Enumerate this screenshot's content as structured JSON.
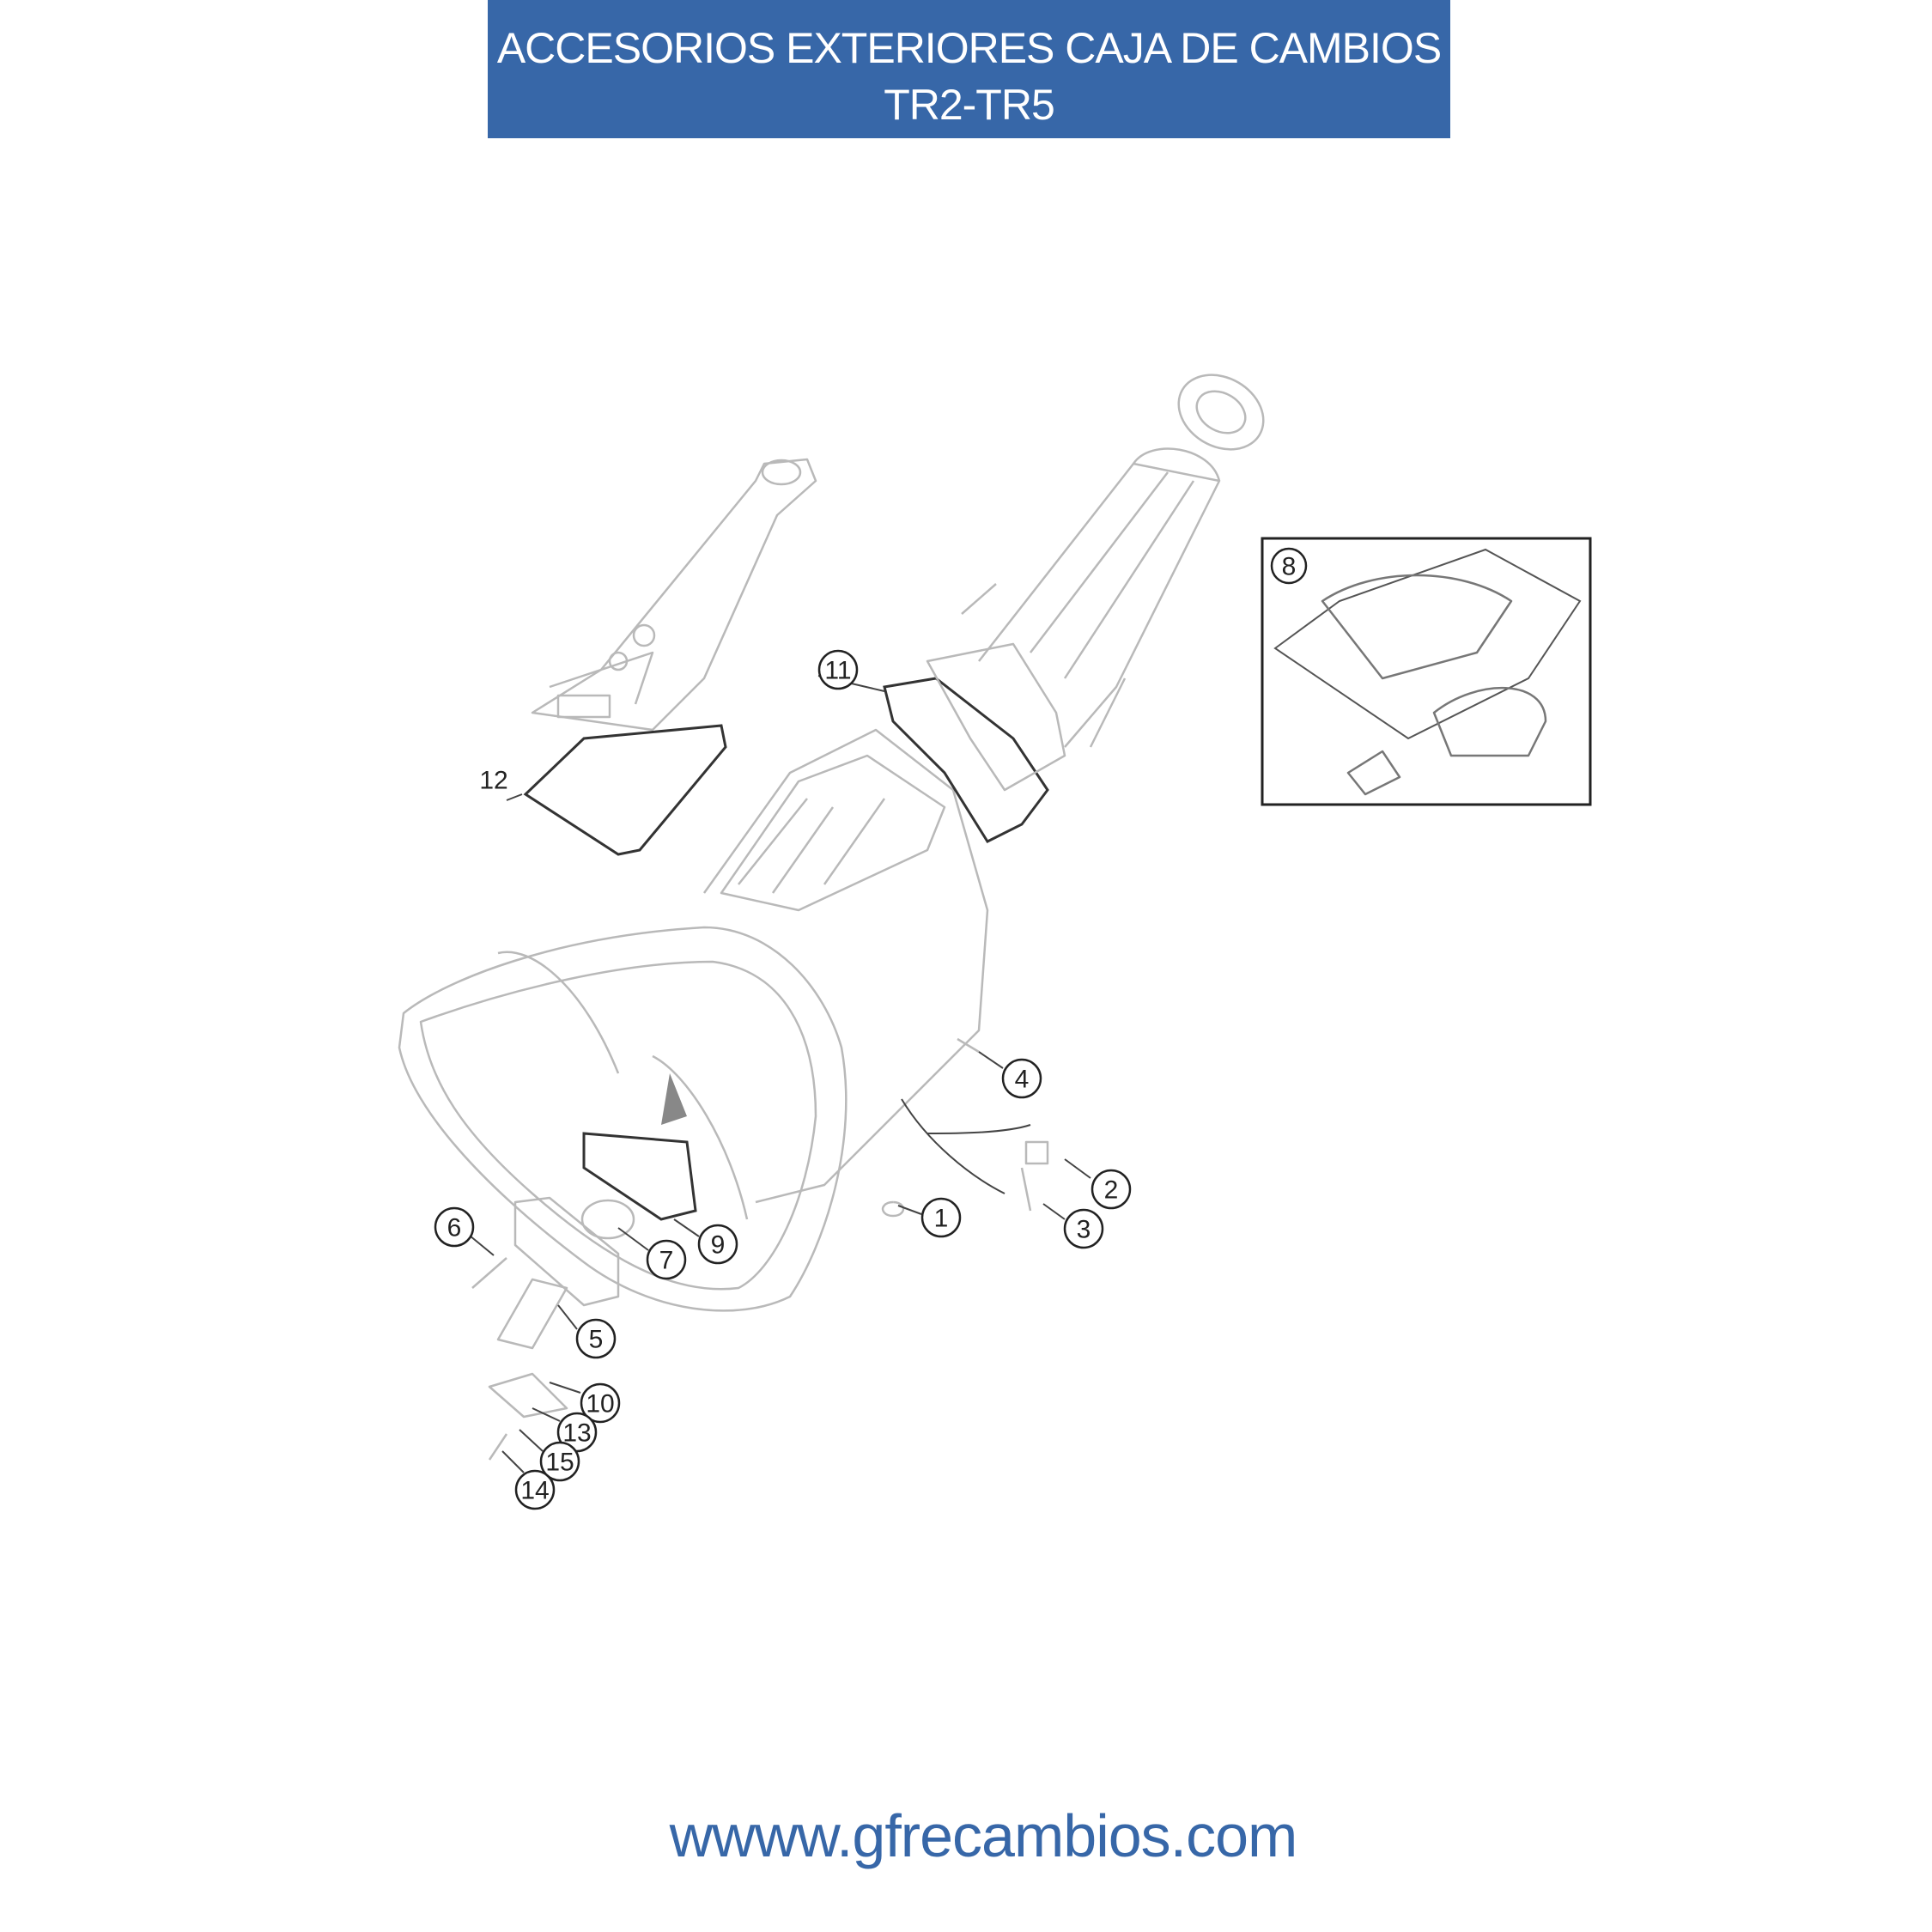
{
  "header": {
    "title_line1": "ACCESORIOS EXTERIORES CAJA DE CAMBIOS",
    "title_line2": "TR2-TR5"
  },
  "diagram": {
    "callouts": [
      "1",
      "2",
      "3",
      "4",
      "5",
      "6",
      "7",
      "8",
      "9",
      "10",
      "11",
      "12",
      "13",
      "14",
      "15"
    ]
  },
  "footer": {
    "url": "wwww.gfrecambios.com"
  },
  "colors": {
    "brand": "#3767a8"
  }
}
